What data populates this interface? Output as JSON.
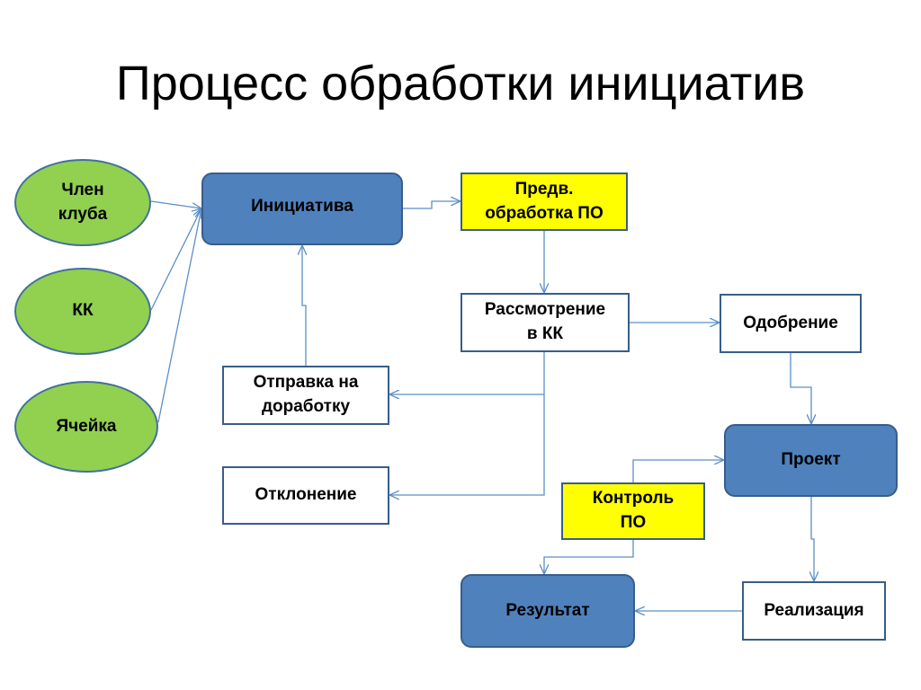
{
  "title": "Процесс обработки инициатив",
  "colors": {
    "ellipse_fill": "#92d050",
    "blue_fill": "#4f81bd",
    "yellow_fill": "#ffff00",
    "outline": "#385d8a",
    "connector": "#5b8fc7"
  },
  "nodes": {
    "chlen_kluba": "Член\nклуба",
    "kk": "КК",
    "yacheyka": "Ячейка",
    "initsiativa": "Инициатива",
    "predv": "Предв.\nобработка ПО",
    "rassmotrenie": "Рассмотрение\nв КК",
    "odobrenie": "Одобрение",
    "otpravka": "Отправка на\nдоработку",
    "otklonenie": "Отклонение",
    "proekt": "Проект",
    "kontrol": "Контроль\nПО",
    "rezultat": "Результат",
    "realizatsiya": "Реализация"
  }
}
